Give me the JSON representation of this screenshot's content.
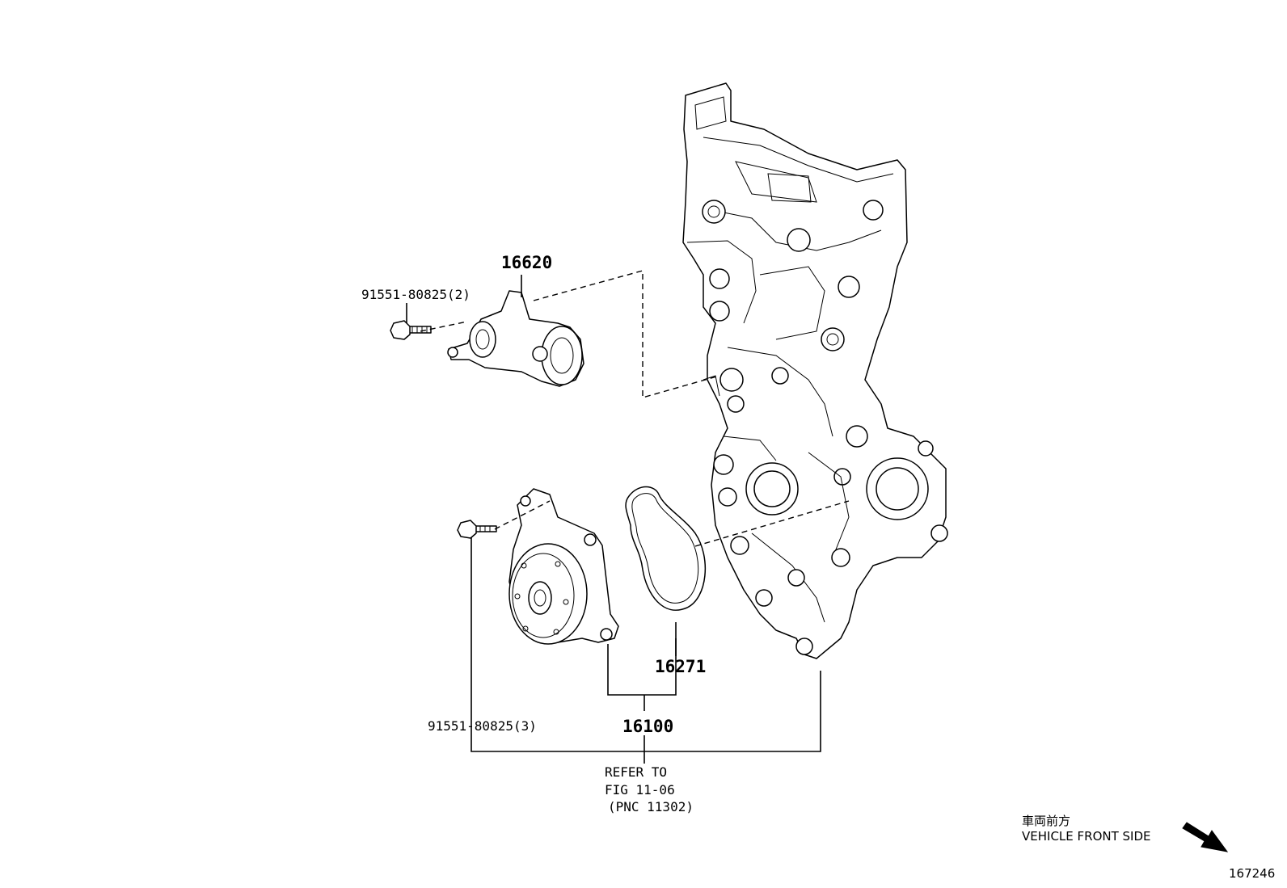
{
  "parts": {
    "tensioner": "16620",
    "tensioner_bolt": "91551-80825(2)",
    "gasket": "16271",
    "water_pump": "16100",
    "pump_bolt": "91551-80825(3)"
  },
  "reference": {
    "line1": "REFER TO",
    "line2": "FIG 11-06",
    "line3": "(PNC 11302)"
  },
  "orientation": {
    "japanese": "車両前方",
    "english": "VEHICLE FRONT SIDE"
  },
  "figure_id": "167246"
}
